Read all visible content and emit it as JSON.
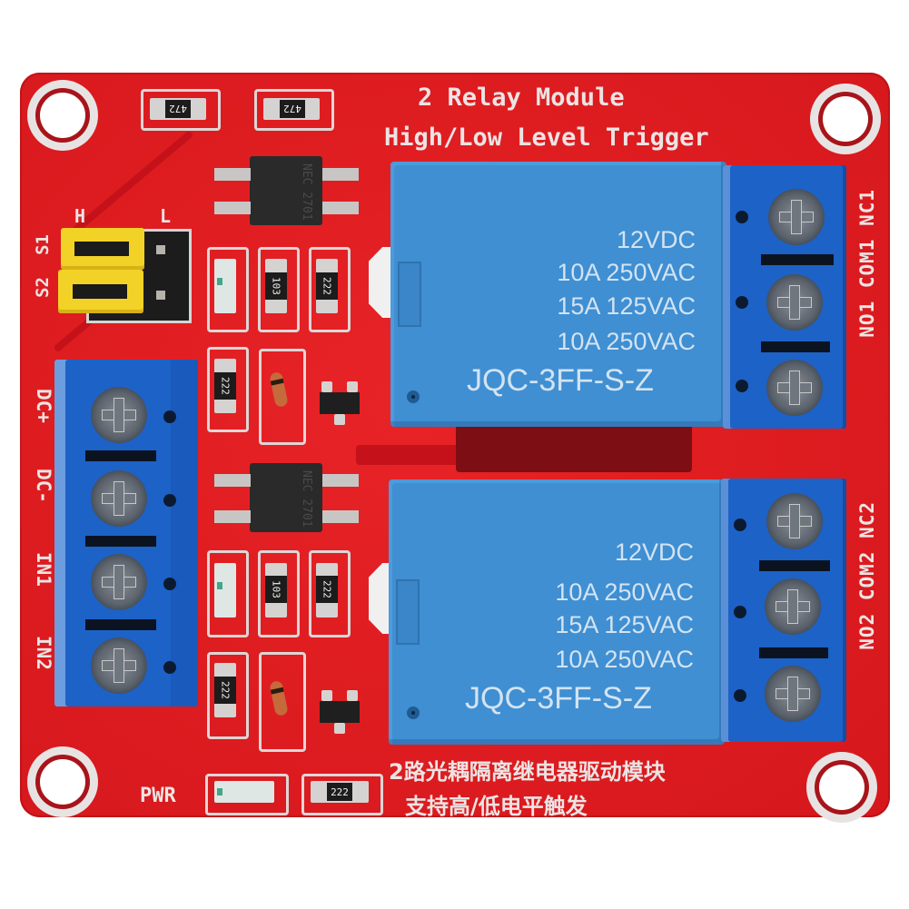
{
  "image": {
    "subject": "2-channel relay module PCB",
    "colors": {
      "board": "#e01b20",
      "silkscreen": "#ece4e4",
      "relay_body": "#3f8fd2",
      "terminal_block": "#1d62c7",
      "jumper": "#f3d227",
      "background": "#ffffff"
    }
  },
  "board": {
    "title_line1": "2 Relay Module",
    "title_line2": "High/Low Level Trigger",
    "chinese_line1": "2路光耦隔离继电器驱动模块",
    "chinese_line2": "支持高/低电平触发",
    "pwr_label": "PWR"
  },
  "jumpers": {
    "high_label": "H",
    "low_label": "L",
    "s1_label": "S1",
    "s2_label": "S2"
  },
  "input_terminal": {
    "labels": [
      "DC+",
      "DC-",
      "IN1",
      "IN2"
    ]
  },
  "output_terminals": {
    "relay1_labels": "NO1 COM1 NC1",
    "relay2_labels": "NO2 COM2 NC2"
  },
  "relays": [
    {
      "lines": [
        "12VDC",
        "10A 250VAC",
        "15A 125VAC",
        "10A 250VAC"
      ],
      "model": "JQC-3FF-S-Z"
    },
    {
      "lines": [
        "12VDC",
        "10A 250VAC",
        "15A 125VAC",
        "10A 250VAC"
      ],
      "model": "JQC-3FF-S-Z"
    }
  ],
  "components": {
    "top_resistors": [
      "472",
      "472"
    ],
    "optocoupler_mark": "NEC 2701",
    "ch1_resistors": [
      "103",
      "222",
      "222"
    ],
    "ch2_resistors": [
      "103",
      "222",
      "222"
    ],
    "pwr_resistor": "222"
  }
}
